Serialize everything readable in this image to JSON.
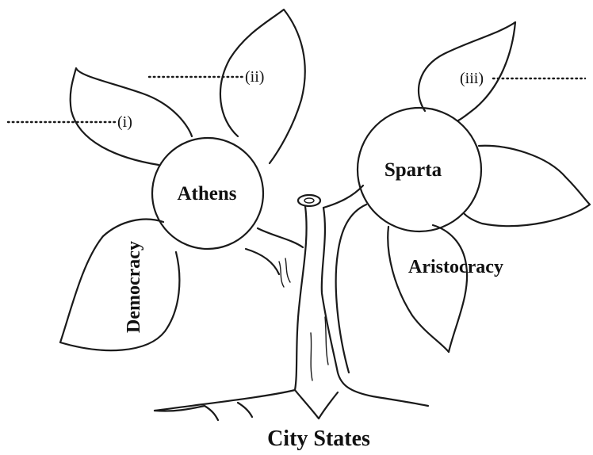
{
  "title": "City States",
  "nodes": {
    "left": "Athens",
    "right": "Sparta"
  },
  "leaves": {
    "blank_i": "(i)",
    "blank_ii": "(ii)",
    "blank_iii": "(iii)",
    "democracy": "Democracy",
    "aristocracy": "Aristocracy"
  }
}
